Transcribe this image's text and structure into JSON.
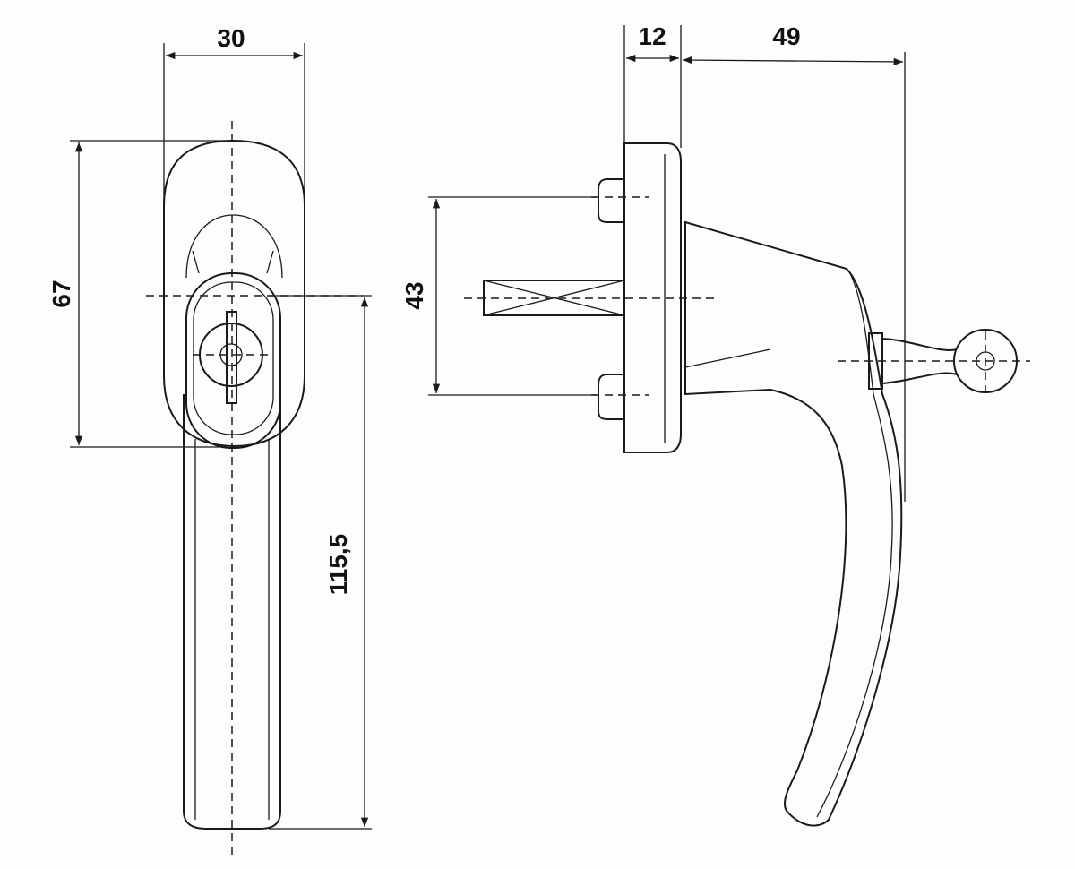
{
  "drawing": {
    "front_view": {
      "width_label": "30",
      "head_height_label": "67",
      "handle_length_label": "115,5"
    },
    "side_view": {
      "rose_depth_label": "12",
      "projection_label": "49",
      "screw_spacing_label": "43"
    },
    "colors": {
      "line": "#1a1a1a",
      "background": "#fdfdfd"
    }
  }
}
